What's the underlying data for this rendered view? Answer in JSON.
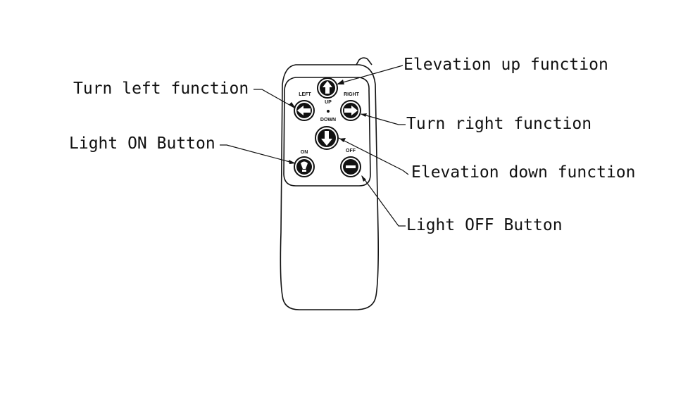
{
  "callouts": {
    "elevation_up": "Elevation up function",
    "turn_left": "Turn left function",
    "turn_right": "Turn right function",
    "light_on": "Light ON Button",
    "elevation_down": "Elevation down function",
    "light_off": "Light OFF Button"
  },
  "remote": {
    "labels": {
      "left": "LEFT",
      "right": "RIGHT",
      "up": "UP",
      "down": "DOWN",
      "on": "ON",
      "off": "OFF"
    },
    "icons": {
      "up": "arrow-up-icon",
      "down": "arrow-down-icon",
      "left": "arrow-left-icon",
      "right": "arrow-right-icon",
      "on": "light-bulb-icon",
      "off": "circle-minus-icon"
    }
  },
  "colors": {
    "ink": "#111111",
    "background": "#ffffff"
  }
}
